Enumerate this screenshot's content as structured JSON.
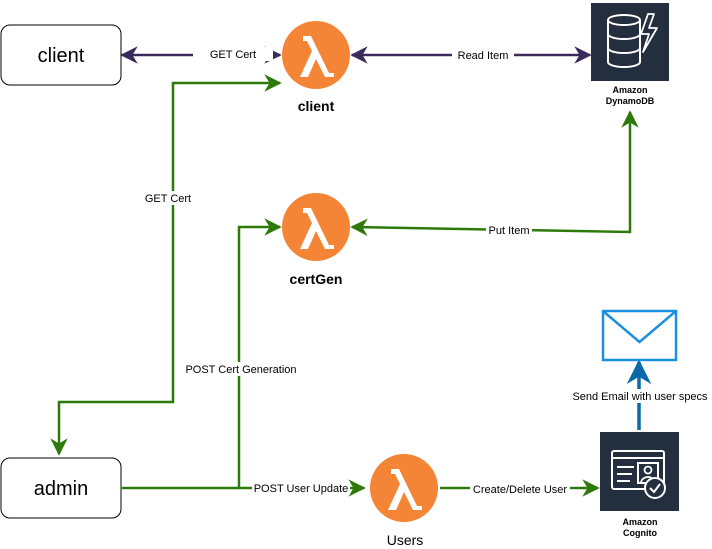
{
  "nodes": {
    "client_box": "client",
    "admin_box": "admin",
    "lambda_client": "client",
    "lambda_certgen": "certGen",
    "lambda_users": "Users",
    "dynamodb_line1": "Amazon",
    "dynamodb_line2": "DynamoDB",
    "cognito_line1": "Amazon",
    "cognito_line2": "Cognito"
  },
  "edges": {
    "client_get_cert": "GET Cert",
    "read_item": "Read Item",
    "admin_get_cert": "GET Cert",
    "put_item": "Put Item",
    "post_cert_generation": "POST Cert Generation",
    "post_user_update": "POST User Update",
    "create_delete_user": "Create/Delete User",
    "send_email": "Send Email with user specs"
  },
  "colors": {
    "purple_edge": "#3b2b5a",
    "green_edge": "#2d7a0a",
    "blue_edge": "#0a6aa8",
    "lambda_orange": "#f58536",
    "aws_dark": "#232f3e",
    "email_blue": "#1b8fe0"
  },
  "icons": {
    "lambda": "lambda-icon",
    "dynamodb": "dynamodb-icon",
    "cognito": "cognito-icon",
    "email": "envelope-icon"
  }
}
